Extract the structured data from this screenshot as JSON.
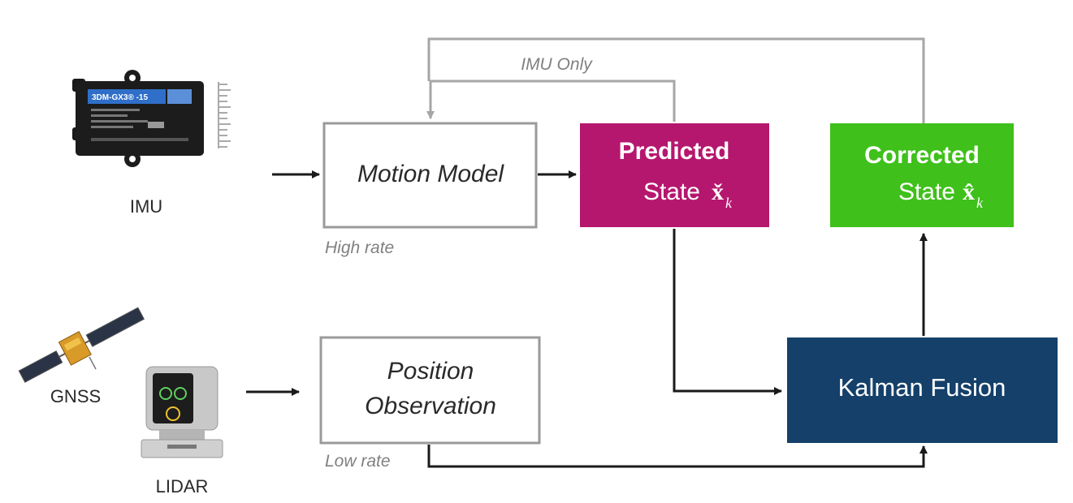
{
  "sensors": {
    "imu_label": "IMU",
    "imu_device_text": "3DM-GX3® -15",
    "gnss_label": "GNSS",
    "lidar_label": "LIDAR"
  },
  "blocks": {
    "motion_model": {
      "label": "Motion Model",
      "rate_note": "High rate"
    },
    "position_observation": {
      "line1": "Position",
      "line2": "Observation",
      "rate_note": "Low rate"
    },
    "predicted_state": {
      "line1": "Predicted",
      "line2": "State",
      "symbol": "x̌",
      "subscript": "k",
      "color": "#b5176e"
    },
    "corrected_state": {
      "line1": "Corrected",
      "line2": "State",
      "symbol": "x̂",
      "subscript": "k",
      "color": "#3fc01b"
    },
    "kalman_fusion": {
      "label": "Kalman Fusion",
      "color": "#14406a"
    }
  },
  "feedback": {
    "imu_only_label": "IMU Only"
  },
  "colors": {
    "line": "#a6a6a6",
    "arrow": "#1a1a1a",
    "box_border": "#9a9a9a",
    "note_text": "#808080"
  }
}
